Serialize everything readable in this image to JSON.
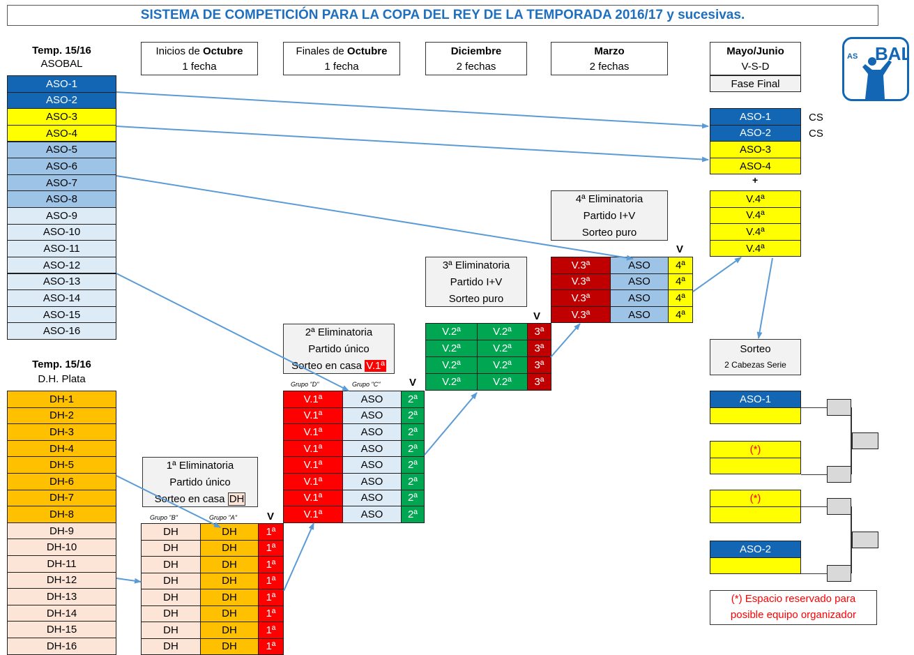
{
  "title": "SISTEMA DE COMPETICIÓN PARA LA COPA DEL REY DE LA TEMPORADA 2016/17 y sucesivas.",
  "logo_text": "ASOBAL",
  "header_asobal": {
    "season": "Temp. 15/16",
    "league": "ASOBAL"
  },
  "header_dh": {
    "season": "Temp. 15/16",
    "league": "D.H. Plata"
  },
  "phases": [
    {
      "pre": "Inicios de ",
      "strong": "Octubre",
      "line2": "1 fecha"
    },
    {
      "pre": "Finales de ",
      "strong": "Octubre",
      "line2": "1 fecha"
    },
    {
      "pre": "",
      "strong": "Diciembre",
      "line2": "2 fechas"
    },
    {
      "pre": "",
      "strong": "Marzo",
      "line2": "2 fechas"
    },
    {
      "pre": "",
      "strong": "Mayo/Junio",
      "line2": "V-S-D"
    }
  ],
  "fase_final": "Fase Final",
  "asobal_teams": [
    "ASO-1",
    "ASO-2",
    "ASO-3",
    "ASO-4",
    "ASO-5",
    "ASO-6",
    "ASO-7",
    "ASO-8",
    "ASO-9",
    "ASO-10",
    "ASO-11",
    "ASO-12",
    "ASO-13",
    "ASO-14",
    "ASO-15",
    "ASO-16"
  ],
  "dh_teams": [
    "DH-1",
    "DH-2",
    "DH-3",
    "DH-4",
    "DH-5",
    "DH-6",
    "DH-7",
    "DH-8",
    "DH-9",
    "DH-10",
    "DH-11",
    "DH-12",
    "DH-13",
    "DH-14",
    "DH-15",
    "DH-16"
  ],
  "round1": {
    "line1": "1ª Eliminatoria",
    "line2": "Partido único",
    "line3": "Sorteo en casa",
    "tag": "DH",
    "group_b": "Grupo \"B\"",
    "group_a": "Grupo \"A\"",
    "v": "V",
    "left": "DH",
    "right": "DH",
    "winner": "1ª"
  },
  "round2": {
    "line1": "2ª Eliminatoria",
    "line2": "Partido único",
    "line3": "Sorteo en casa",
    "tag": "V.1ª",
    "group_d": "Grupo \"D\"",
    "group_c": "Grupo \"C\"",
    "v": "V",
    "left": "V.1ª",
    "right": "ASO",
    "winner": "2ª"
  },
  "round3": {
    "line1": "3ª Eliminatoria",
    "line2": "Partido I+V",
    "line3": "Sorteo puro",
    "v": "V",
    "left": "V.2ª",
    "right": "V.2ª",
    "winner": "3ª"
  },
  "round4": {
    "line1": "4ª Eliminatoria",
    "line2": "Partido I+V",
    "line3": "Sorteo puro",
    "v": "V",
    "left": "V.3ª",
    "right": "ASO",
    "winner": "4ª"
  },
  "final_seeded": [
    "ASO-1",
    "ASO-2",
    "ASO-3",
    "ASO-4"
  ],
  "cs_label": "CS",
  "plus": "+",
  "final_qualifiers": [
    "V.4ª",
    "V.4ª",
    "V.4ª",
    "V.4ª"
  ],
  "sorteo": {
    "line1": "Sorteo",
    "line2": "2 Cabezas Serie"
  },
  "bracket": {
    "seed1": "ASO-1",
    "seed2": "ASO-2",
    "reserved": "(*)"
  },
  "note": {
    "line1": "(*) Espacio reservado para",
    "line2": "posible equipo organizador"
  },
  "colors": {
    "title": "#1f6fbf",
    "arrow": "#5b9bd5",
    "note": "#ff0000"
  }
}
